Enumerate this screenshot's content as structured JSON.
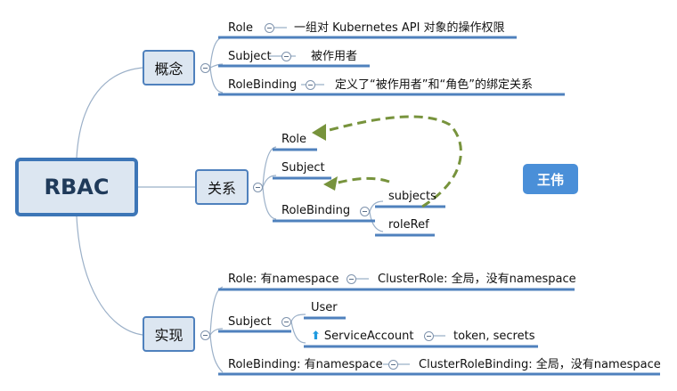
{
  "root": "RBAC",
  "branches": {
    "concept": "概念",
    "relation": "关系",
    "impl": "实现"
  },
  "concept": {
    "role": "Role",
    "role_desc": "一组对 Kubernetes API 对象的操作权限",
    "subject": "Subject",
    "subject_desc": "被作用者",
    "rolebinding": "RoleBinding",
    "rolebinding_desc": "定义了“被作用者”和“角色”的绑定关系"
  },
  "relation": {
    "role": "Role",
    "subject": "Subject",
    "rolebinding": "RoleBinding",
    "subjects": "subjects",
    "roleref": "roleRef"
  },
  "impl": {
    "role": "Role:  有namespace",
    "clusterrole": "ClusterRole: 全局，没有namespace",
    "subject": "Subject",
    "user": "User",
    "serviceaccount": "ServiceAccount",
    "token": "token, secrets",
    "rolebinding": "RoleBinding:  有namespace",
    "clusterrolebinding": "ClusterRoleBinding:  全局，没有namespace"
  },
  "author": "王伟",
  "colors": {
    "line": "#4f81bd",
    "connector": "#9bb0c8",
    "arrow": "#77933c",
    "author_bg": "#4a8fd8"
  },
  "icons": {
    "collapse": "minus-circle-icon",
    "priority": "up-arrow-icon"
  }
}
